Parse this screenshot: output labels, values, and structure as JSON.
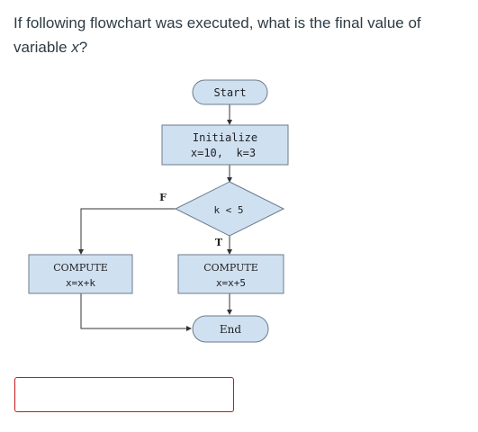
{
  "question": {
    "text_part1": "If following flowchart was executed, what is the final value of variable ",
    "variable": "x",
    "text_part2": "?"
  },
  "flowchart": {
    "start": "Start",
    "init_line1": "Initialize",
    "init_line2": "x=10,  k=3",
    "condition": "k < 5",
    "false_label": "F",
    "true_label": "T",
    "left_title": "COMPUTE",
    "left_expr": "x=x+k",
    "right_title": "COMPUTE",
    "right_expr": "x=x+5",
    "end": "End"
  },
  "answer": {
    "value": ""
  },
  "colors": {
    "shape_fill": "#cfe0f1",
    "shape_stroke": "#6b7b8c",
    "answer_border": "#c2191a"
  }
}
